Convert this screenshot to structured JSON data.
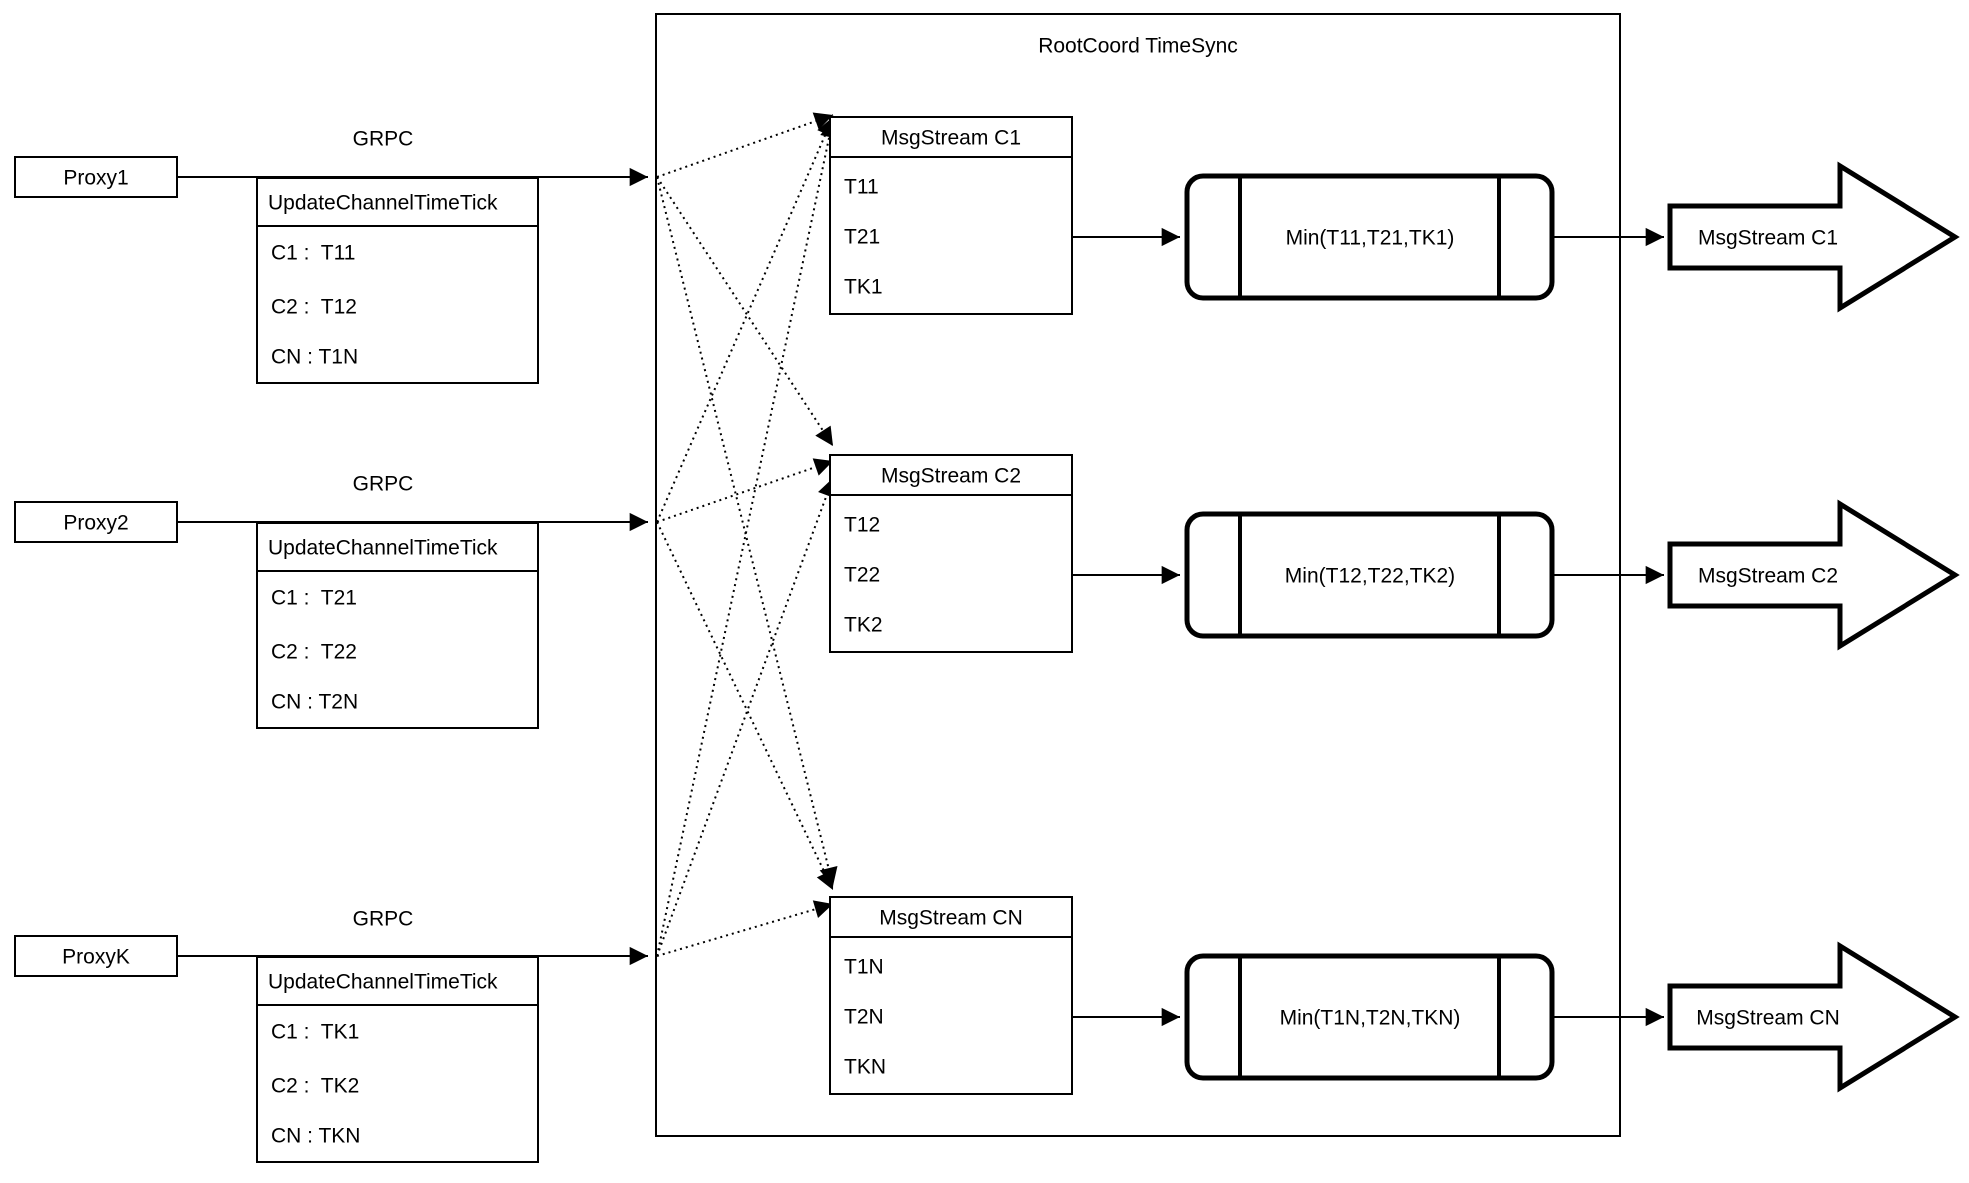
{
  "title": "RootCoord TimeSync",
  "colors": {
    "stroke": "#000000",
    "background": "#ffffff"
  },
  "proxies": [
    {
      "name": "Proxy1",
      "protocol": "GRPC",
      "message": {
        "header": "UpdateChannelTimeTick",
        "rows": [
          "C1 :  T11",
          "C2 :  T12",
          "CN : T1N"
        ]
      }
    },
    {
      "name": "Proxy2",
      "protocol": "GRPC",
      "message": {
        "header": "UpdateChannelTimeTick",
        "rows": [
          "C1 :  T21",
          "C2 :  T22",
          "CN : T2N"
        ]
      }
    },
    {
      "name": "ProxyK",
      "protocol": "GRPC",
      "message": {
        "header": "UpdateChannelTimeTick",
        "rows": [
          "C1 :  TK1",
          "C2 :  TK2",
          "CN : TKN"
        ]
      }
    }
  ],
  "timesync": {
    "streams": [
      {
        "header": "MsgStream C1",
        "ticks": [
          "T11",
          "T21",
          "TK1"
        ],
        "min": "Min(T11,T21,TK1)",
        "output": "MsgStream C1"
      },
      {
        "header": "MsgStream C2",
        "ticks": [
          "T12",
          "T22",
          "TK2"
        ],
        "min": "Min(T12,T22,TK2)",
        "output": "MsgStream C2"
      },
      {
        "header": "MsgStream CN",
        "ticks": [
          "T1N",
          "T2N",
          "TKN"
        ],
        "min": "Min(T1N,T2N,TKN)",
        "output": "MsgStream CN"
      }
    ]
  }
}
